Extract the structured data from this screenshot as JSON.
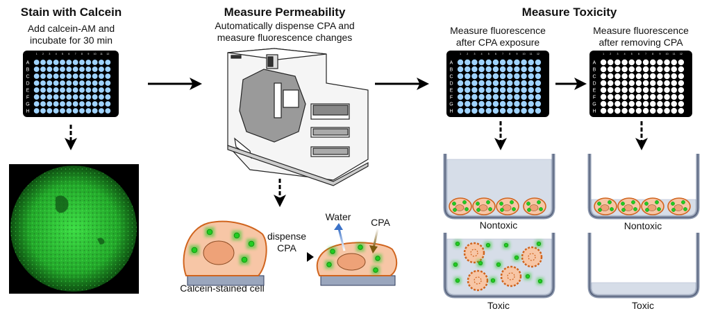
{
  "sections": {
    "stain": {
      "title": "Stain with Calcein",
      "subtitle_line1": "Add calcein-AM and",
      "subtitle_line2": "incubate for 30 min"
    },
    "permeability": {
      "title": "Measure Permeability",
      "subtitle_line1": "Automatically dispense CPA and",
      "subtitle_line2": "measure fluorescence changes"
    },
    "toxicity": {
      "title": "Measure Toxicity",
      "left_line1": "Measure fluorescence",
      "left_line2": "after CPA exposure",
      "right_line1": "Measure fluorescence",
      "right_line2": "after removing CPA"
    }
  },
  "plate": {
    "rows": [
      "A",
      "B",
      "C",
      "D",
      "E",
      "F",
      "G",
      "H"
    ],
    "columns": [
      "1",
      "2",
      "3",
      "4",
      "5",
      "6",
      "7",
      "8",
      "9",
      "10",
      "11",
      "12"
    ],
    "well_color_stained": "#9fd3ff",
    "well_color_cleared": "#ffffff"
  },
  "cell_diagram": {
    "caption": "Calcein-stained cell",
    "dispense_line1": "dispense",
    "dispense_line2": "CPA",
    "water_label": "Water",
    "cpa_label": "CPA",
    "water_arrow_color": "#4a7fd0",
    "cpa_arrow_color": "#7a5a10"
  },
  "outcomes": {
    "nontoxic_left": "Nontoxic",
    "toxic_left": "Toxic",
    "nontoxic_right": "Nontoxic",
    "toxic_right": "Toxic"
  },
  "colors": {
    "cell_fill": "#f7c6a6",
    "cell_stroke": "#d0641e",
    "calcein_green": "#22cc22",
    "medium": "#d6dde8",
    "well_wall": "#8a96ac",
    "substrate": "#9aa6bd"
  }
}
